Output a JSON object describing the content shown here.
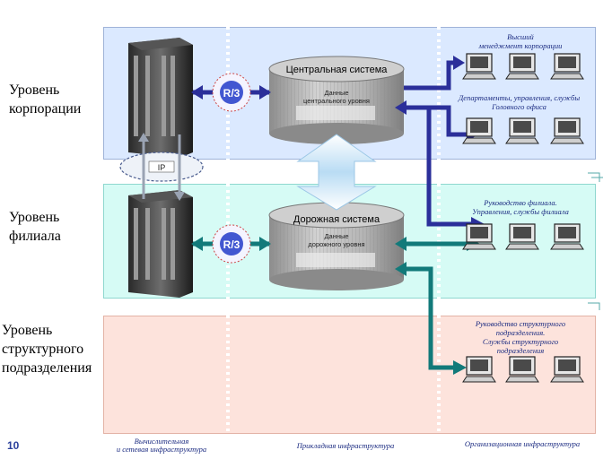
{
  "page_number": "10",
  "levels": {
    "corporation": "Уровень\nкорпорации",
    "branch": "Уровень\nфилиала",
    "division": "Уровень\nструктурного\nподразделения"
  },
  "systems": {
    "central": "Центральная система",
    "central_caption": "Данные\nцентрального уровня",
    "road": "Дорожная система",
    "road_caption": "Данные\nдорожного уровня"
  },
  "network_label": "IP",
  "r3_label": "R/3",
  "groups": {
    "top_management": "Высший\nменеджмент корпорации",
    "head_departments": "Департаменты, управления, службы\nГоловного офиса",
    "branch_management": "Руководство филиала.\nУправления, службы филиала",
    "division_management": "Руководство структурного\nподразделения.\nСлужбы структурного\nподразделения"
  },
  "footer": {
    "computing": "Вычислительная\nи сетевая инфраструктура",
    "applied": "Прикладная инфраструктура",
    "organizational": "Организационная инфраструктура"
  },
  "colors": {
    "corporation_band": "#dbe9ff",
    "branch_band": "#d6fbf5",
    "division_band": "#fde3dc",
    "blue_arrow": "#2b2f9a",
    "teal_arrow": "#127a7a"
  }
}
